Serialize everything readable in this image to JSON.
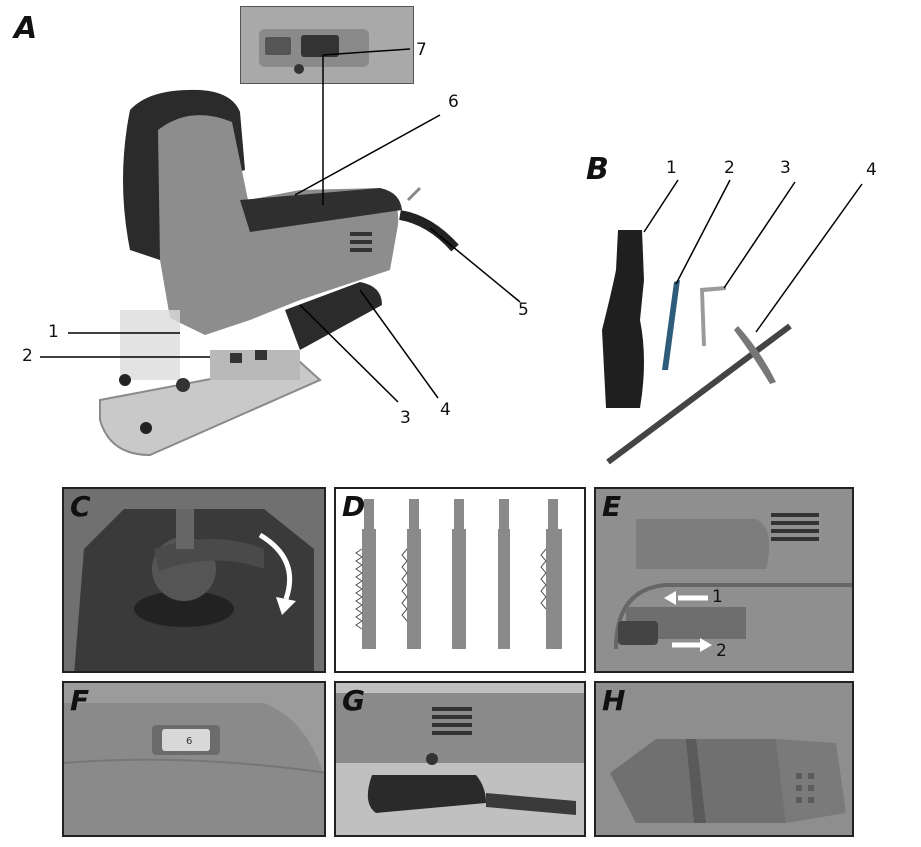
{
  "section_A": {
    "letter": "A",
    "callouts": [
      "1",
      "2",
      "3",
      "4",
      "5",
      "6",
      "7"
    ]
  },
  "section_B": {
    "letter": "B",
    "callouts": [
      "1",
      "2",
      "3",
      "4"
    ]
  },
  "panel_C": {
    "letter": "C"
  },
  "panel_D": {
    "letter": "D"
  },
  "panel_E": {
    "letter": "E",
    "callouts": [
      "1",
      "2"
    ]
  },
  "panel_F": {
    "letter": "F",
    "dial_value": "6"
  },
  "panel_G": {
    "letter": "G"
  },
  "panel_H": {
    "letter": "H"
  },
  "colors": {
    "tool_grey": "#8d8d8d",
    "tool_dark": "#2b2b2b",
    "base_silver": "#c9c9c9",
    "panel_border": "#222222"
  }
}
